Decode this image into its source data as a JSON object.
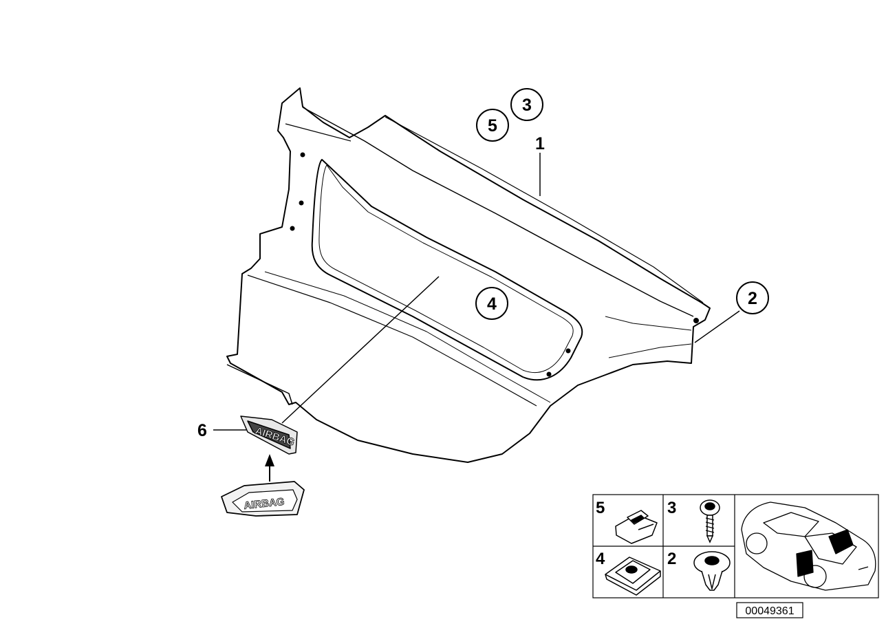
{
  "callouts": {
    "part1": "1",
    "part2": "2",
    "part3": "3",
    "part4": "4",
    "part5": "5",
    "part6": "6"
  },
  "badge_text": "AIRBAG",
  "inset": {
    "cell_5": "5",
    "cell_3": "3",
    "cell_4": "4",
    "cell_2": "2"
  },
  "reference_number": "00049361"
}
